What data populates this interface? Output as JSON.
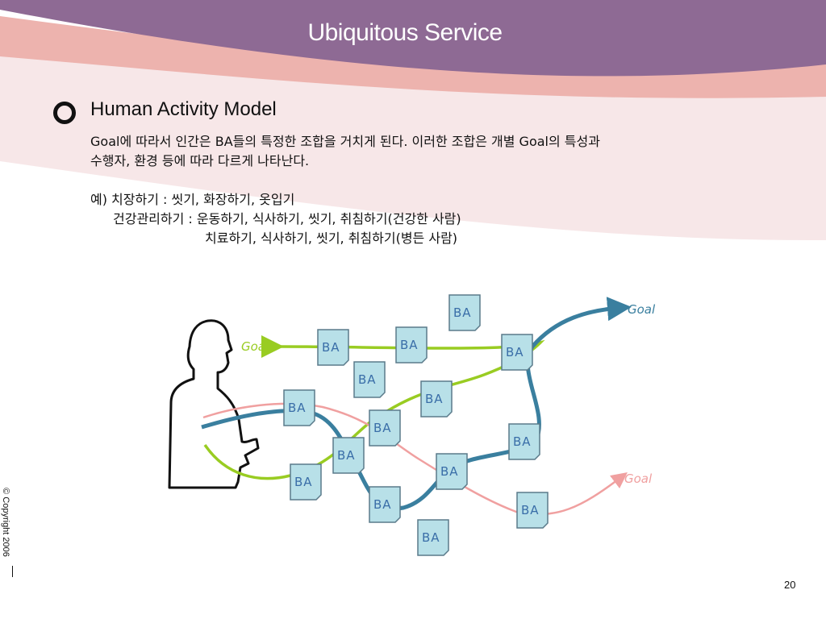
{
  "slide": {
    "title": "Ubiquitous Service",
    "heading": "Human Activity Model",
    "body": [
      "Goal에 따라서 인간은 BA들의 특정한 조합을 거치게 된다. 이러한 조합은 개별 Goal의 특성과",
      "수행자, 환경 등에 따라 다르게 나타난다.",
      "예) 치장하기 : 씻기, 화장하기, 옷입기",
      "건강관리하기 : 운동하기, 식사하기, 씻기, 취침하기(건강한 사람)",
      "치료하기, 식사하기, 씻기, 취침하기(병든 사람)"
    ],
    "copyright": "© Copyright 2006",
    "page_number": "20"
  },
  "diagram": {
    "ba_label": "BA",
    "goals": [
      {
        "id": "goal-green",
        "label": "Goal",
        "color": "#99cc22"
      },
      {
        "id": "goal-blue",
        "label": "Goal",
        "color": "#3a7f9f"
      },
      {
        "id": "goal-pink",
        "label": "Goal",
        "color": "#f0a0a0"
      }
    ],
    "colors": {
      "header": "#8e6a94",
      "ba_fill": "#b8e0e8",
      "ba_border": "#5a7a8a"
    }
  }
}
